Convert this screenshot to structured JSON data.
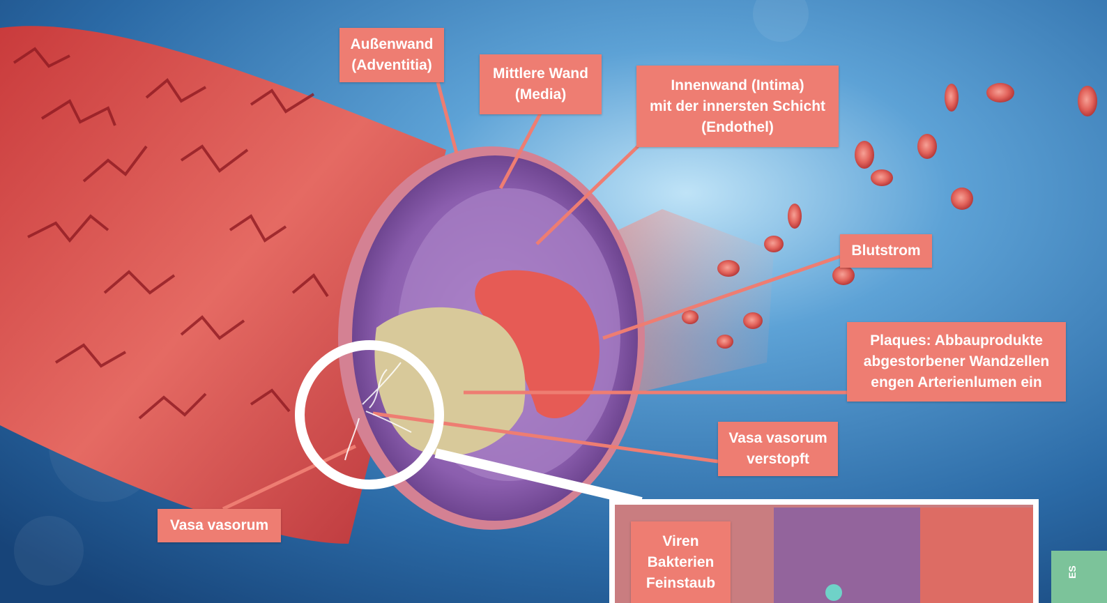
{
  "colors": {
    "label_bg": "#ee7d72",
    "leader_line": "#ee7d72",
    "background_dark": "#1c4f86",
    "background_light": "#9fd0ef",
    "artery_red": "#d94848",
    "media_purple": "#8a5cae",
    "plaque_beige": "#d8c99a",
    "side_tab": "#7cc39a"
  },
  "labels": {
    "aussenwand": "Außenwand\n(Adventitia)",
    "mittlere_wand": "Mittlere Wand\n(Media)",
    "innenwand": "Innenwand (Intima)\nmit der innersten Schicht\n(Endothel)",
    "blutstrom": "Blutstrom",
    "plaques": "Plaques: Abbauprodukte\nabgestorbener Wandzellen\nengen Arterienlumen ein",
    "vasa_verstopft": "Vasa vasorum\nverstopft",
    "vasa_vasorum": "Vasa vasorum",
    "viren": "Viren\nBakterien\nFeinstaub"
  },
  "side_tab": {
    "text": "ES"
  }
}
